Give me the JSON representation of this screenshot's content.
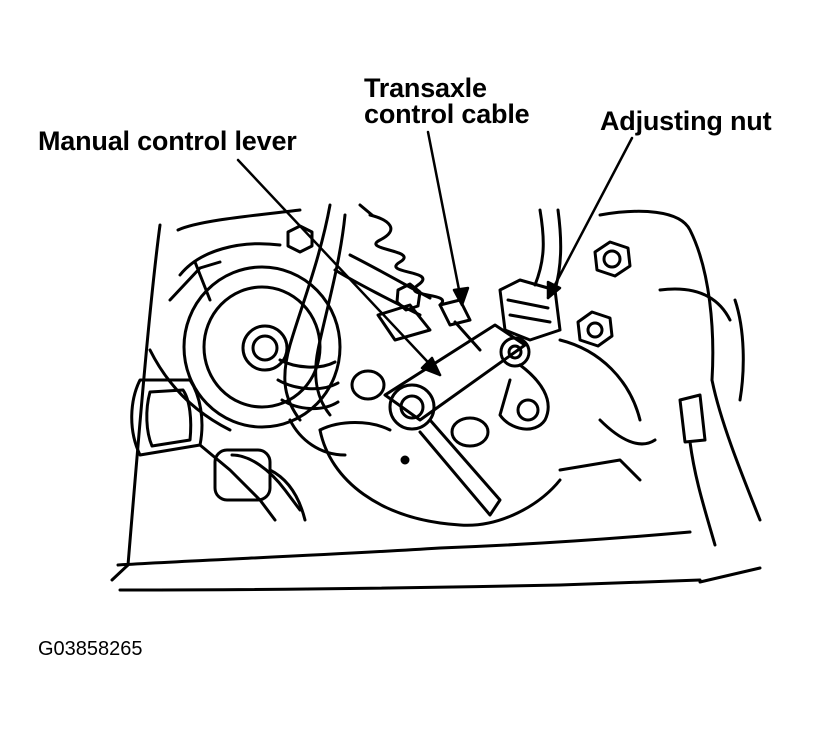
{
  "labels": {
    "manual_control_lever": "Manual control lever",
    "transaxle_line1": "Transaxle",
    "transaxle_line2": "control cable",
    "adjusting_nut": "Adjusting nut"
  },
  "figure_id": "G03858265",
  "colors": {
    "ink": "#000000",
    "paper": "#ffffff"
  }
}
